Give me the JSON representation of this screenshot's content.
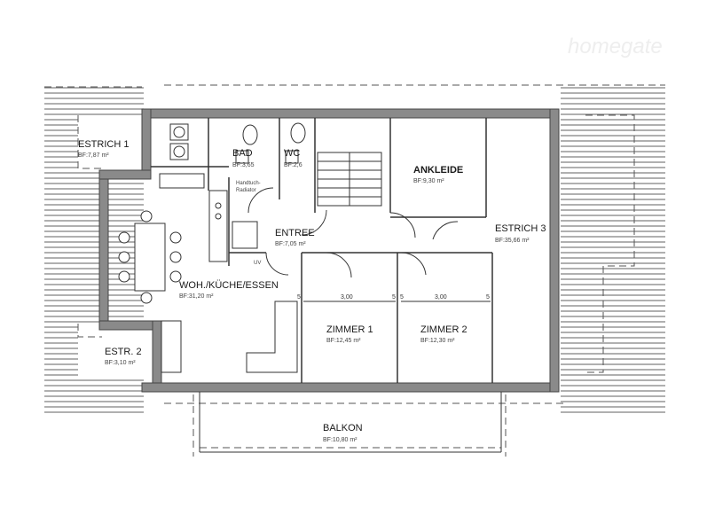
{
  "watermark": "homegate",
  "rooms": {
    "estrich1": {
      "name": "ESTRICH 1",
      "area": "BF:7,87 m²"
    },
    "bad": {
      "name": "BAD",
      "area": "BF:3,65"
    },
    "wc": {
      "name": "WC",
      "area": "BF:2,6"
    },
    "ankleide": {
      "name": "ANKLEIDE",
      "area": "BF:9,30 m²"
    },
    "entree": {
      "name": "ENTREE",
      "area": "BF:7,05 m²"
    },
    "estrich3": {
      "name": "ESTRICH 3",
      "area": "BF:35,66 m²"
    },
    "wohnen": {
      "name": "WOH./KÜCHE/ESSEN",
      "area": "BF:31,20 m²"
    },
    "zimmer1": {
      "name": "ZIMMER 1",
      "area": "BF:12,45 m²"
    },
    "zimmer2": {
      "name": "ZIMMER 2",
      "area": "BF:12,30 m²"
    },
    "estrich2": {
      "name": "ESTR. 2",
      "area": "BF:3,10 m²"
    },
    "balkon": {
      "name": "BALKON",
      "area": "BF:10,80 m²"
    }
  },
  "labels": {
    "handtuch1": "Handtuch-",
    "handtuch2": "Radiator",
    "uv": "UV"
  },
  "dimensions": {
    "z1_width": "3,00",
    "z2_width": "3,00",
    "tick1": "5",
    "tick2": "5",
    "tick3": "5",
    "tick4": "5"
  }
}
